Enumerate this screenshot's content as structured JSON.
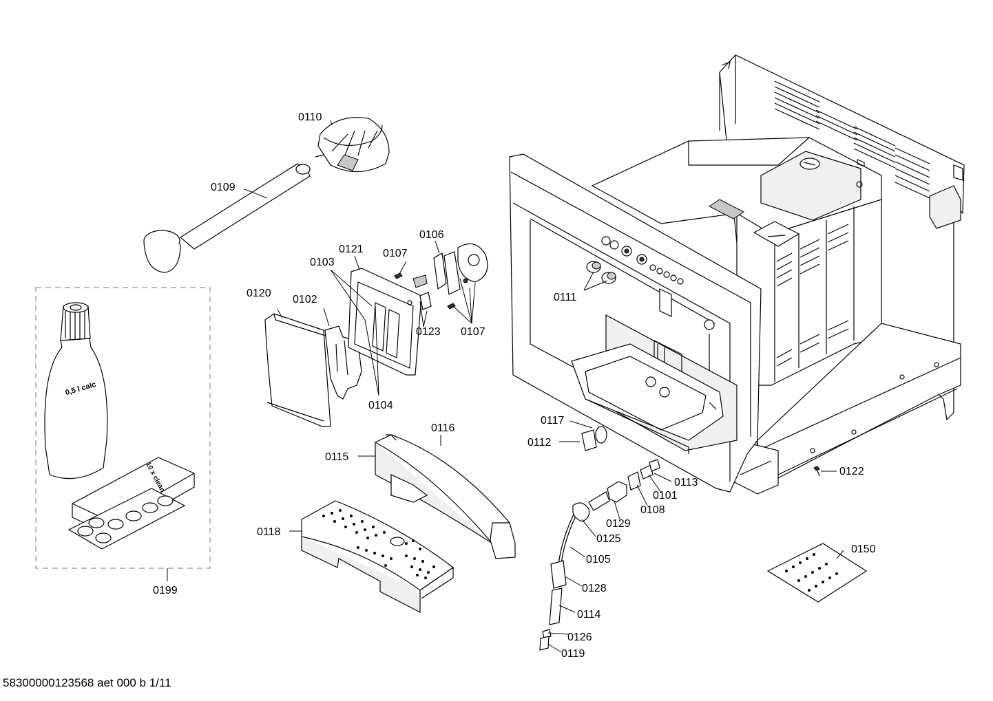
{
  "footer": {
    "document_id": "58300000123568 aet 000 b 1/11"
  },
  "part_labels": {
    "p0110": "0110",
    "p0109": "0109",
    "p0121": "0121",
    "p0106": "0106",
    "p0103": "0103",
    "p0107a": "0107",
    "p0107b": "0107",
    "p0120": "0120",
    "p0102": "0102",
    "p0123": "0123",
    "p0104": "0104",
    "p0111": "0111",
    "p0116": "0116",
    "p0115": "0115",
    "p0117": "0117",
    "p0112": "0112",
    "p0113": "0113",
    "p0122": "0122",
    "p0101": "0101",
    "p0108": "0108",
    "p0129": "0129",
    "p0125": "0125",
    "p0105": "0105",
    "p0118": "0118",
    "p0128": "0128",
    "p0114": "0114",
    "p0126": "0126",
    "p0119": "0119",
    "p0150": "0150",
    "p0199": "0199"
  },
  "product_text": {
    "bottle_label": "0,5 l calc",
    "box_label": "10 x clean"
  }
}
